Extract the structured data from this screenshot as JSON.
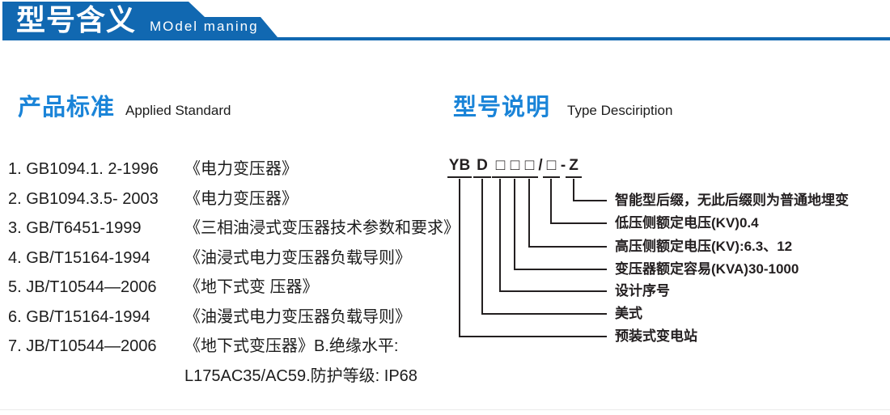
{
  "header": {
    "title": "型号含义",
    "subtitle": "MOdel maning"
  },
  "left_section": {
    "heading_cn": "产品标准",
    "heading_en": "Applied Standard",
    "standards": [
      {
        "code": "1. GB1094.1. 2-1996",
        "title": "《电力变压器》"
      },
      {
        "code": "2. GB1094.3.5- 2003",
        "title": "《电力变压器》"
      },
      {
        "code": "3. GB/T6451-1999",
        "title": "《三相油浸式变压器技术参数和要求》"
      },
      {
        "code": "4. GB/T15164-1994",
        "title": "《油浸式电力变压器负载导则》"
      },
      {
        "code": "5. JB/T10544—2006",
        "title": "《地下式变 压器》"
      },
      {
        "code": "6. GB/T15164-1994",
        "title": "《油漫式电力变压器负载导则》"
      },
      {
        "code": "7. JB/T10544—2006",
        "title": "《地下式变压器》B.绝缘水平:"
      },
      {
        "code": "",
        "title": "L175AC35/AC59.防护等级: IP68"
      }
    ]
  },
  "right_section": {
    "heading_cn": "型号说明",
    "heading_en": "Type Desciription",
    "model_code": {
      "parts": [
        "YB",
        "D",
        "□",
        "□",
        "□",
        "/",
        "□",
        "-",
        "Z"
      ]
    },
    "labels": [
      "智能型后缀，无此后缀则为普通地埋变",
      "低压侧额定电压(KV)0.4",
      "高压侧额定电压(KV):6.3、12",
      "变压器额定容易(KVA)30-1000",
      "设计序号",
      "美式",
      "预装式变电站"
    ]
  },
  "colors": {
    "banner_blue": "#1168b1",
    "heading_blue": "#1a84d8",
    "ink": "#231f20"
  }
}
